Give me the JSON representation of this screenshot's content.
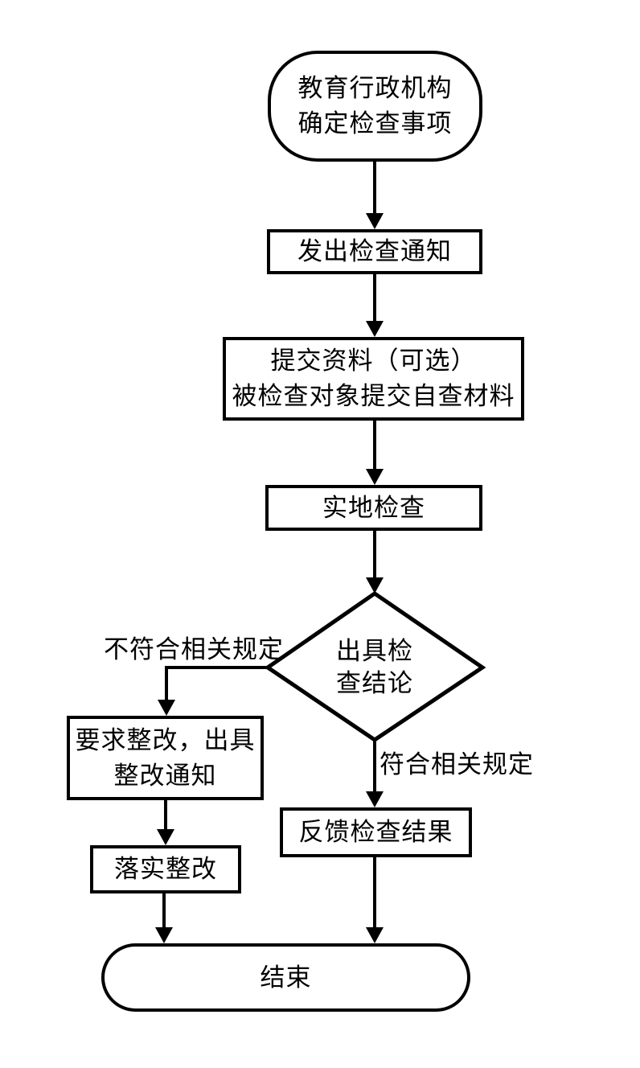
{
  "nodes": {
    "start": {
      "label": "教育行政机构\n确定检查事项"
    },
    "notice": {
      "label": "发出检查通知"
    },
    "submit": {
      "label": "提交资料（可选）\n被检查对象提交自查材料"
    },
    "onsite": {
      "label": "实地检查"
    },
    "decision": {
      "label": "出具检\n查结论"
    },
    "rectify": {
      "label": "要求整改，出具\n整改通知"
    },
    "implement": {
      "label": "落实整改"
    },
    "feedback": {
      "label": "反馈检查结果"
    },
    "end": {
      "label": "结束"
    }
  },
  "edge_labels": {
    "not_compliant": "不符合相关规定",
    "compliant": "符合相关规定"
  },
  "colors": {
    "line": "#000000",
    "node_fill": "#ffffff",
    "background": "#ffffff"
  }
}
